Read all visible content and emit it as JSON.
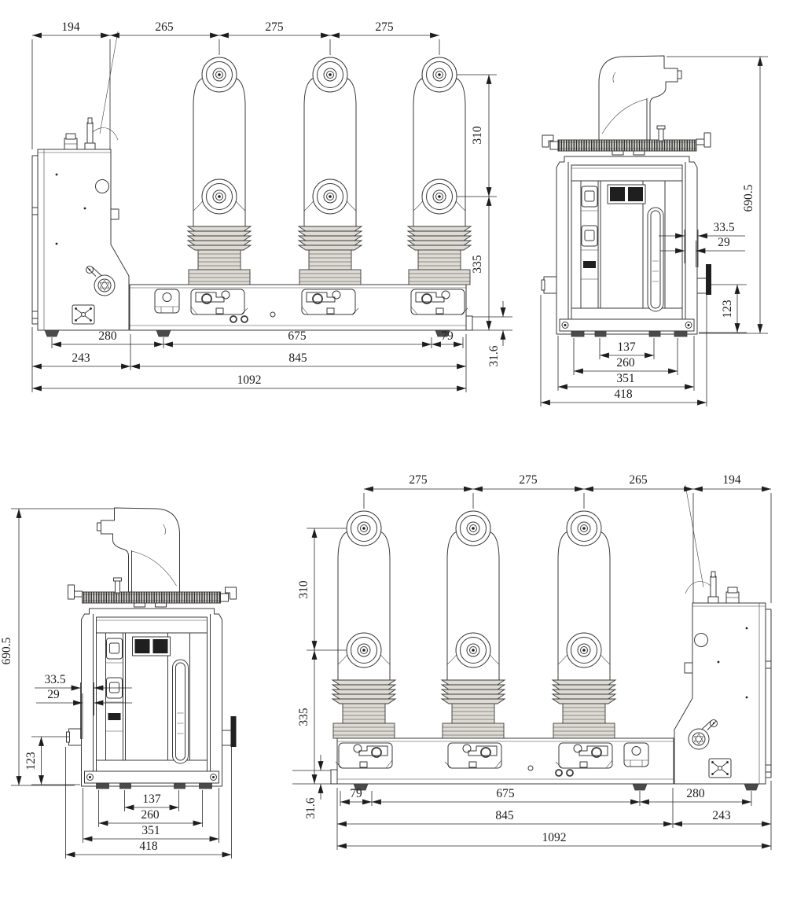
{
  "drawing": {
    "views": {
      "front_top_left": {
        "top_dims": [
          "194",
          "265",
          "275",
          "275"
        ],
        "side_dims": [
          "310",
          "335",
          "31.6"
        ],
        "bottom_row1": [
          "280",
          "675",
          "79"
        ],
        "bottom_row2": [
          "243",
          "845"
        ],
        "bottom_row3": [
          "1092"
        ]
      },
      "side_top_right": {
        "height_dim": "690.5",
        "offset_dims": [
          "33.5",
          "29"
        ],
        "vertical_dim": "123",
        "bottom_dims": [
          "137",
          "260",
          "351",
          "418"
        ]
      },
      "side_bottom_left": {
        "height_dim": "690.5",
        "offset_dims": [
          "33.5",
          "29"
        ],
        "vertical_dim": "123",
        "bottom_dims": [
          "137",
          "260",
          "351",
          "418"
        ]
      },
      "front_bottom_right": {
        "top_dims": [
          "275",
          "275",
          "265",
          "194"
        ],
        "side_dims": [
          "310",
          "335",
          "31.6"
        ],
        "bottom_row1": [
          "79",
          "675",
          "280"
        ],
        "bottom_row2": [
          "845",
          "243"
        ],
        "bottom_row3": [
          "1092"
        ]
      }
    },
    "colors": {
      "line": "#3a3a3a",
      "dimline": "#2a2a2a",
      "text": "#1c1c1c",
      "fill_light": "#dedbd4",
      "dark": "#1f1f1f",
      "bg": "#ffffff"
    }
  }
}
